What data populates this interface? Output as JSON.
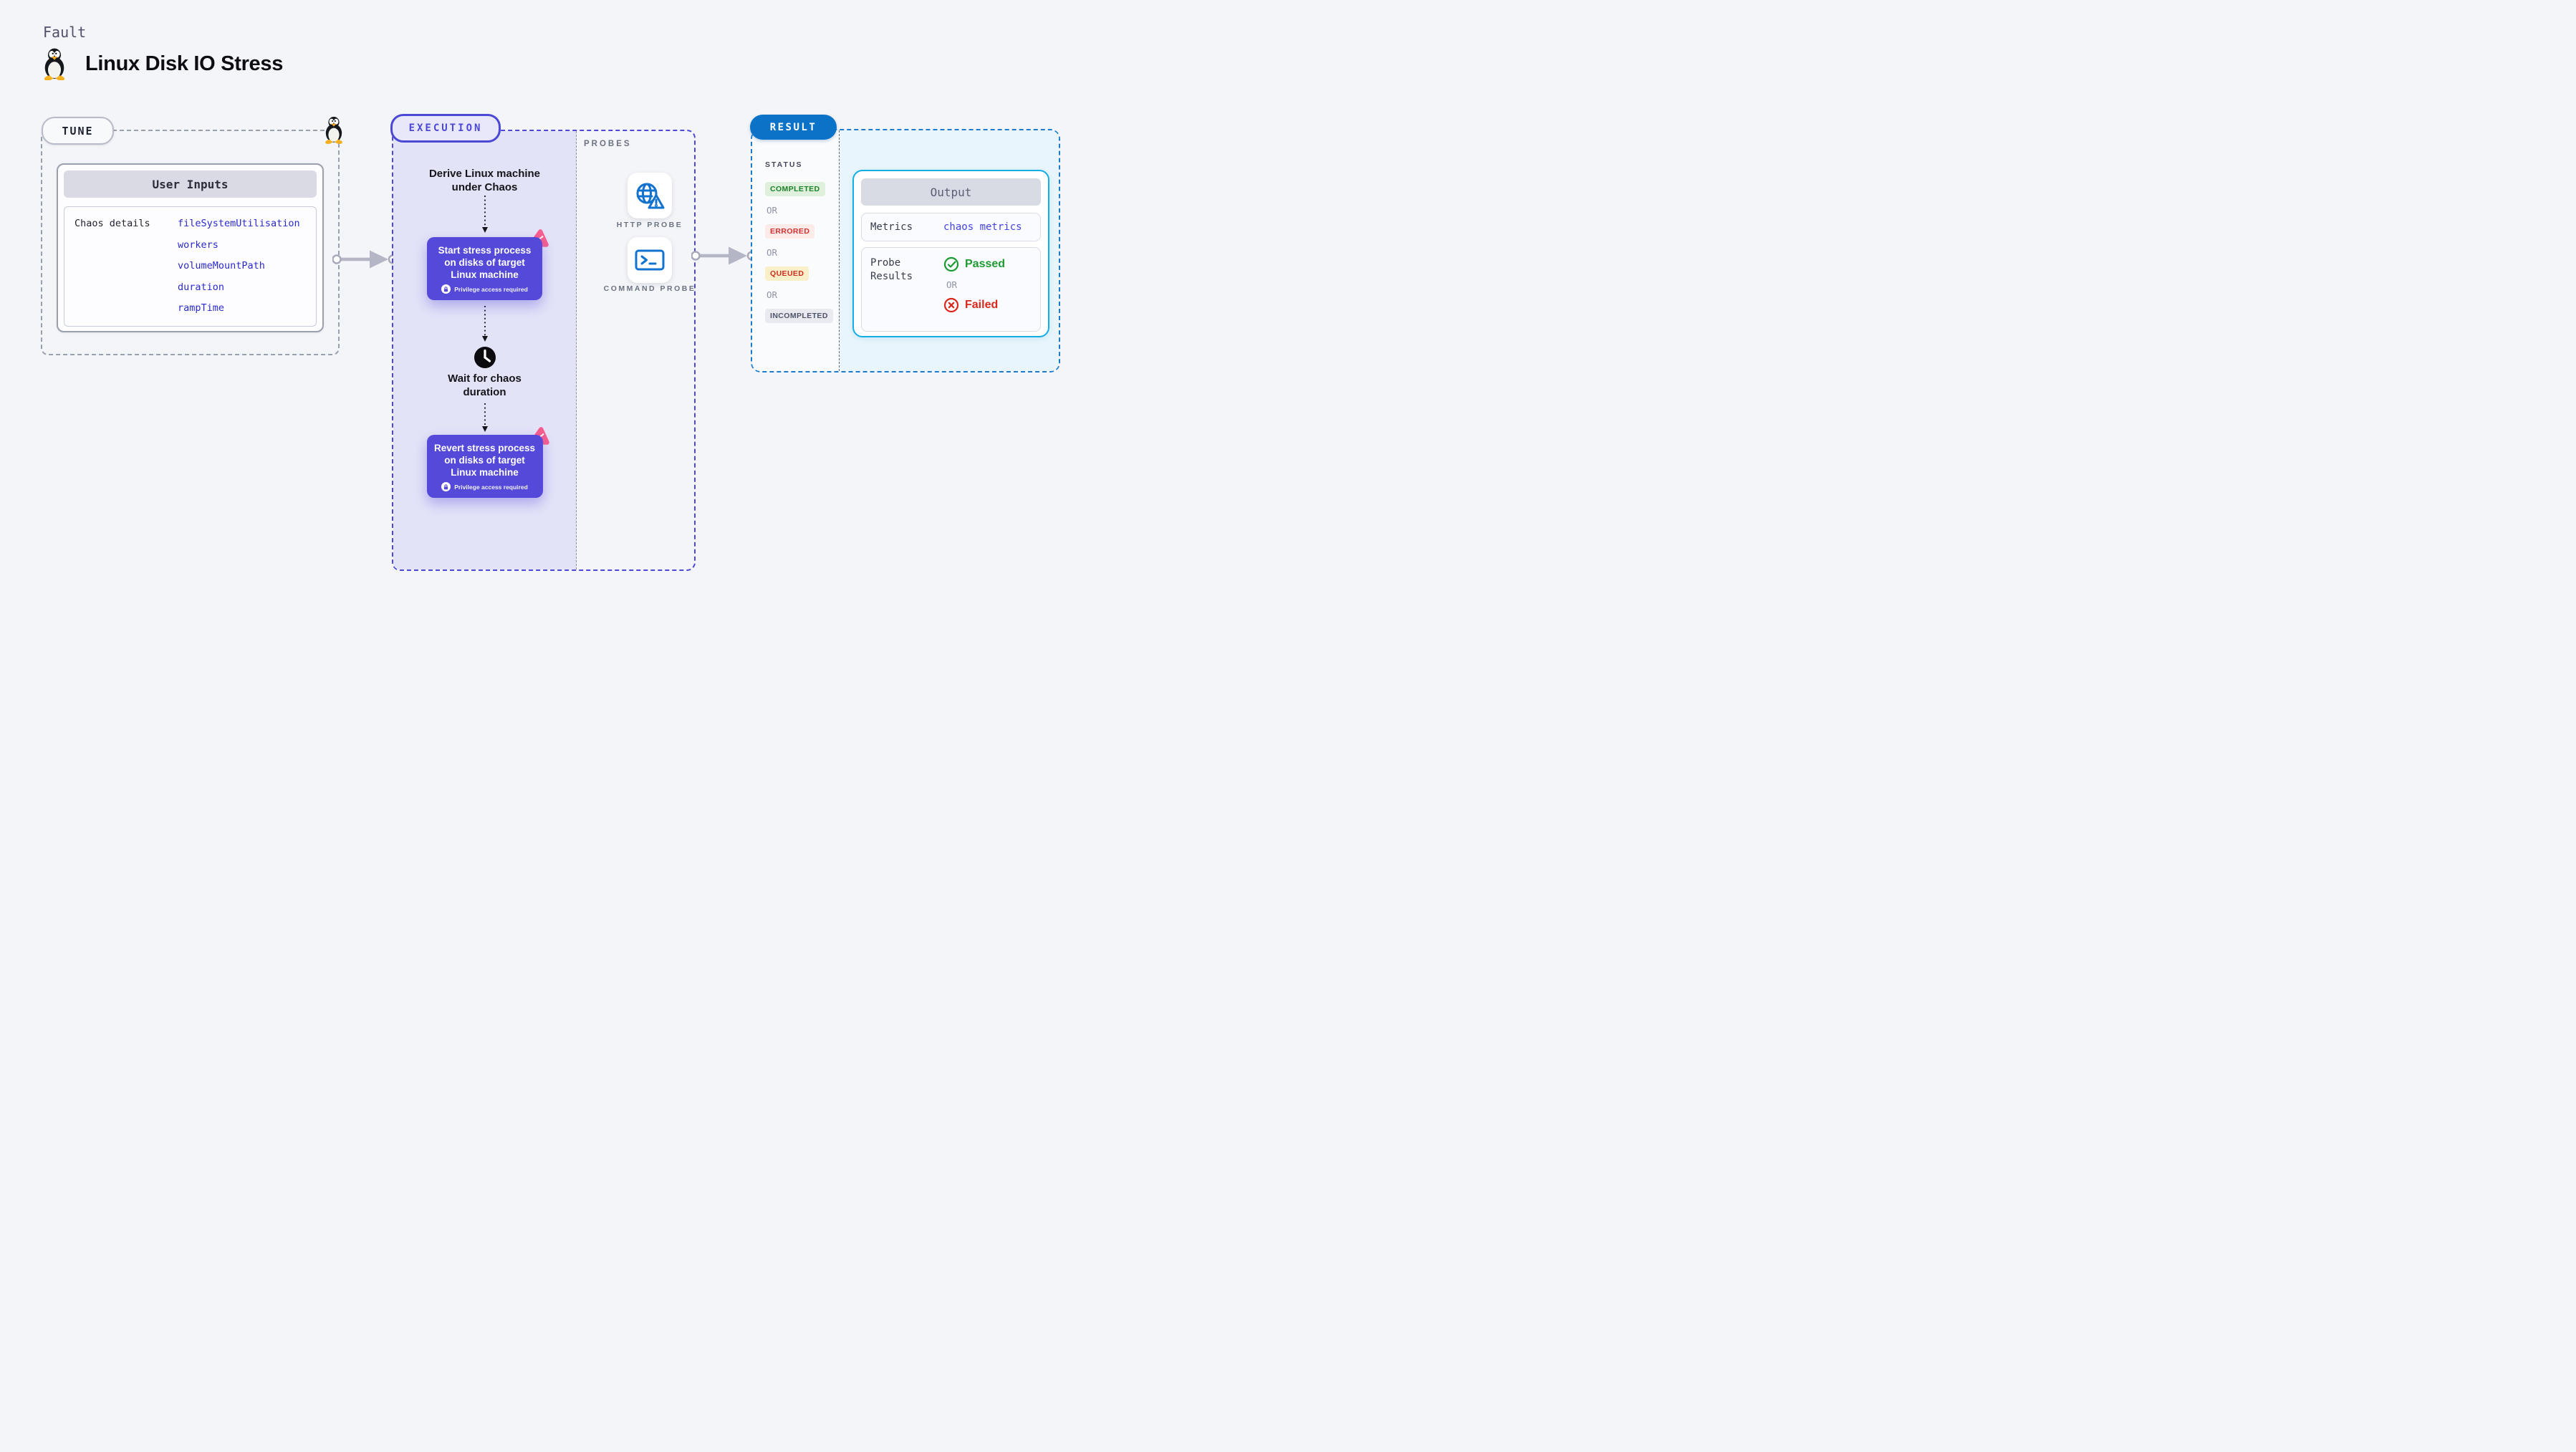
{
  "page": {
    "kicker": "Fault",
    "title": "Linux Disk IO Stress"
  },
  "colors": {
    "accent-indigo": "#4b48d5",
    "box-indigo": "#5449d8",
    "lavender": "#e3e3f8",
    "tune-dash": "#9aa1ae",
    "result-blue": "#1b7ccd",
    "result-pill": "#0b73c7",
    "cyan-border": "#12aee4",
    "cyan-bg": "#e8f5fc",
    "probe-icon-blue": "#1273cf",
    "pink": "#f85e8e",
    "connector-gray": "#b4b6c6",
    "passed-green": "#1d9b31",
    "failed-red": "#d8281c"
  },
  "tune": {
    "label": "TUNE",
    "card_title": "User Inputs",
    "row_label": "Chaos details",
    "inputs": [
      "fileSystemUtilisation",
      "workers",
      "volumeMountPath",
      "duration",
      "rampTime"
    ]
  },
  "execution": {
    "label": "EXECUTION",
    "derive_step": "Derive Linux machine under Chaos",
    "start_step": "Start stress process on disks of target Linux machine",
    "wait_step": "Wait for chaos duration",
    "revert_step": "Revert stress process on disks of target Linux machine",
    "privilege_note": "Privilege access required"
  },
  "probes": {
    "label": "PROBES",
    "items": [
      {
        "label": "HTTP PROBE"
      },
      {
        "label": "COMMAND PROBE"
      }
    ]
  },
  "result": {
    "label": "RESULT",
    "status_label": "STATUS",
    "or_label": "OR",
    "statuses": [
      {
        "label": "COMPLETED",
        "bg": "#dff1dd",
        "fg": "#1a8126"
      },
      {
        "label": "ERRORED",
        "bg": "#fcebe9",
        "fg": "#d32f2f"
      },
      {
        "label": "QUEUED",
        "bg": "#f9efc9",
        "fg": "#cf2d21"
      },
      {
        "label": "INCOMPLETED",
        "bg": "#e9eaef",
        "fg": "#4f5468"
      }
    ],
    "output": {
      "title": "Output",
      "metrics_label": "Metrics",
      "metrics_value": "chaos metrics",
      "probe_results_label": "Probe Results",
      "passed_label": "Passed",
      "failed_label": "Failed"
    }
  }
}
